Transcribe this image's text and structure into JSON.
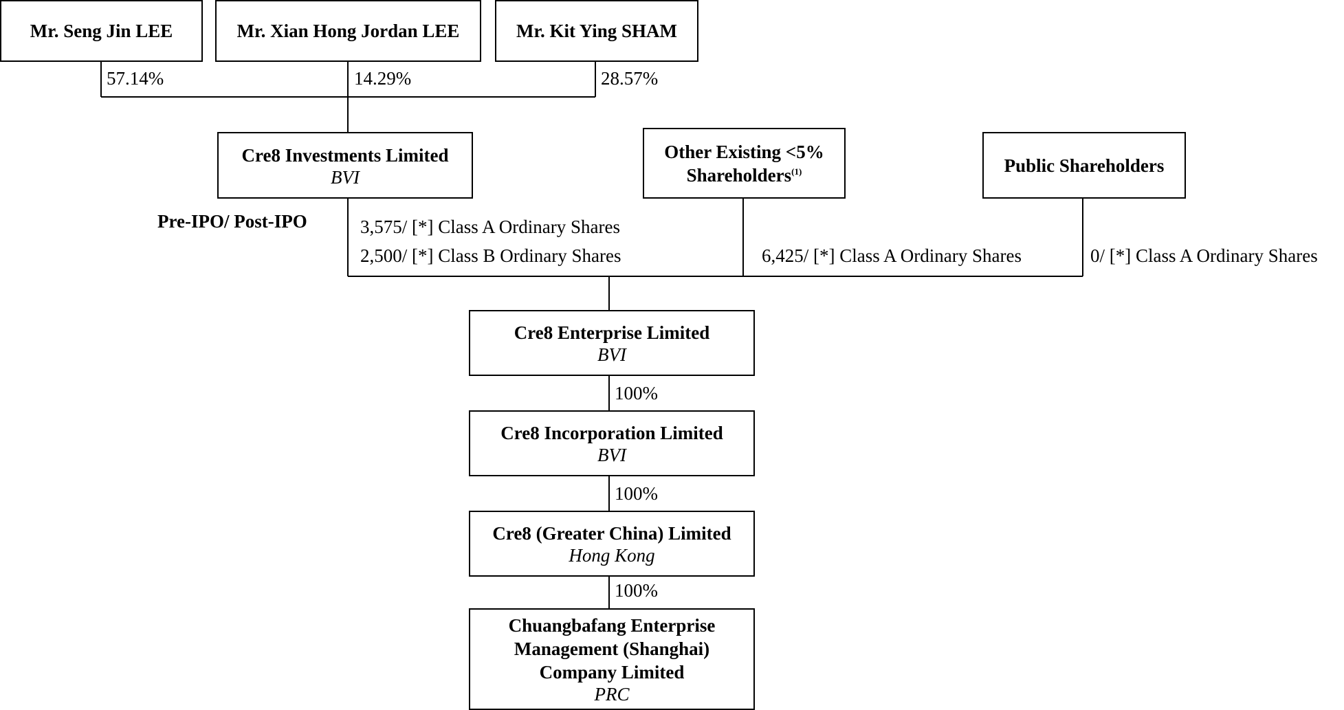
{
  "shareholders": {
    "seng_jin_lee": "Mr. Seng Jin LEE",
    "xian_hong_jordan_lee": "Mr. Xian Hong Jordan LEE",
    "kit_ying_sham": "Mr. Kit Ying SHAM"
  },
  "percentages": {
    "seng_jin_lee": "57.14%",
    "xian_hong_jordan_lee": "14.29%",
    "kit_ying_sham": "28.57%"
  },
  "entities": {
    "cre8_investments": {
      "name": "Cre8 Investments Limited",
      "jurisdiction": "BVI"
    },
    "other_existing": {
      "name_line1": "Other Existing <5%",
      "name_line2": "Shareholders",
      "footnote": "(1)"
    },
    "public": {
      "name": "Public Shareholders"
    },
    "cre8_enterprise": {
      "name": "Cre8 Enterprise Limited",
      "jurisdiction": "BVI"
    },
    "cre8_incorporation": {
      "name": "Cre8 Incorporation Limited",
      "jurisdiction": "BVI"
    },
    "cre8_greater_china": {
      "name": "Cre8 (Greater China) Limited",
      "jurisdiction": "Hong Kong"
    },
    "chuangbafang": {
      "name_line1": "Chuangbafang Enterprise",
      "name_line2": "Management (Shanghai)",
      "name_line3": "Company Limited",
      "jurisdiction": "PRC"
    }
  },
  "holdings": {
    "heading": "Pre-IPO/ Post-IPO",
    "cre8_investments_class_a": "3,575/ [*] Class A Ordinary Shares",
    "cre8_investments_class_b": "2,500/ [*] Class B Ordinary Shares",
    "other_existing_class_a": "6,425/ [*] Class A Ordinary Shares",
    "public_class_a": "0/ [*] Class A Ordinary Shares"
  },
  "subsidiary_percentages": {
    "incorporation": "100%",
    "greater_china": "100%",
    "chuangbafang": "100%"
  }
}
